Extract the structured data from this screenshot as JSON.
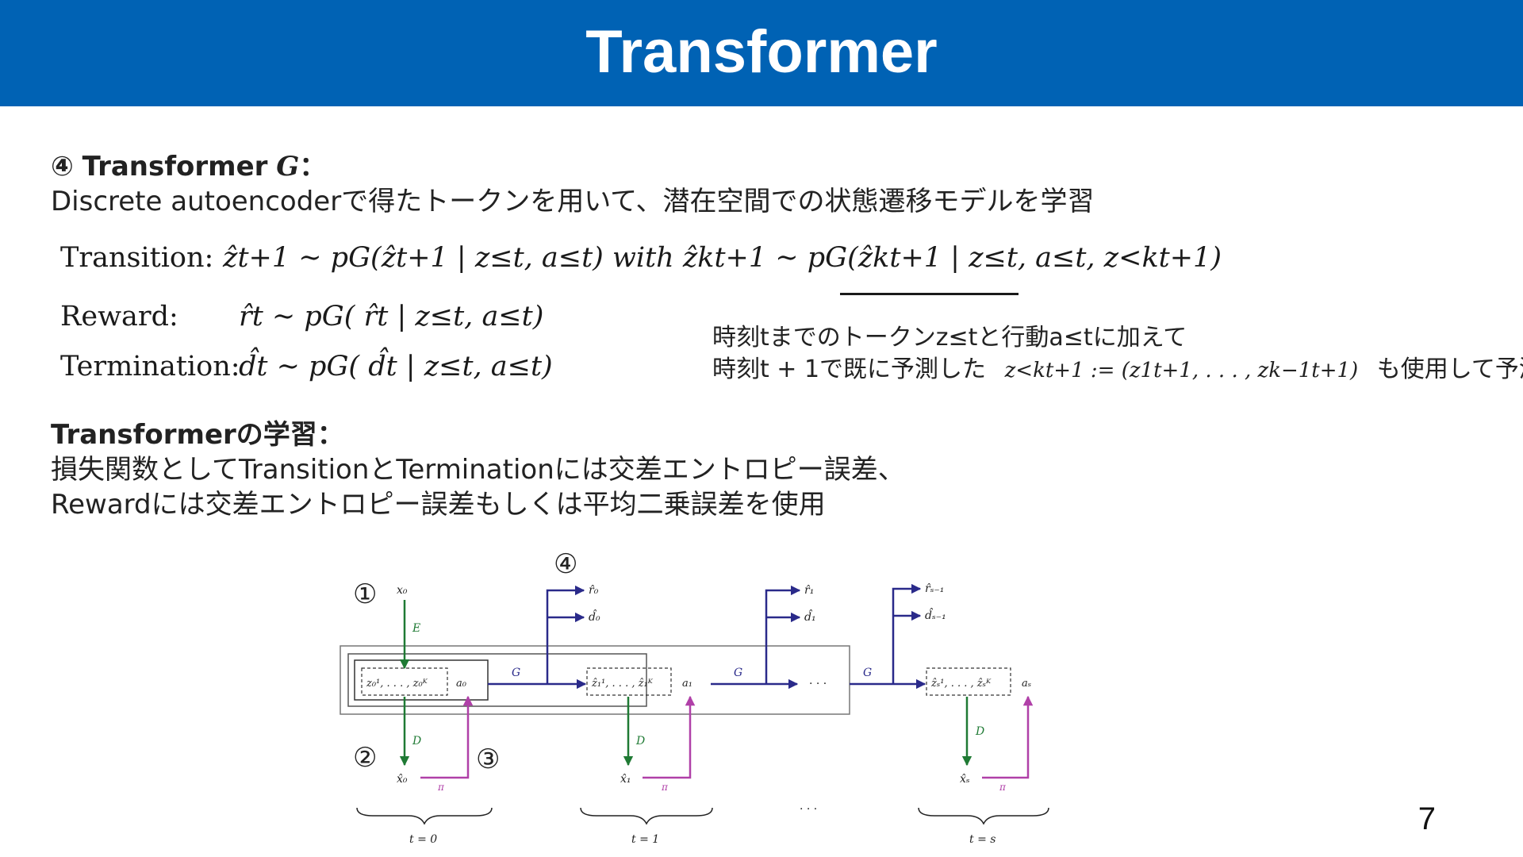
{
  "header": {
    "title": "Transformer"
  },
  "section1": {
    "heading_num": "④",
    "heading_text": "Transformer",
    "heading_symbol": "G",
    "heading_colon": "：",
    "description": "Discrete autoencoderで得たトークンを用いて、潜在空間での状態遷移モデルを学習"
  },
  "equations": {
    "transition_label": "Transition:",
    "transition_formula": "ẑt+1 ∼ pG(ẑt+1 | z≤t, a≤t) with ẑkt+1 ∼ pG(ẑkt+1 | z≤t, a≤t, z<kt+1)",
    "reward_label": "Reward:",
    "reward_formula": "r̂t ∼ pG( r̂t | z≤t, a≤t)",
    "termination_label": "Termination:",
    "termination_formula": "d̂t ∼ pG( d̂t | z≤t, a≤t)"
  },
  "note": {
    "line1": "時刻tまでのトークンz≤tと行動a≤tに加えて",
    "line2_prefix": "時刻t + 1で既に予測した",
    "line2_formula": "z<kt+1 := (z1t+1, . . . , zk−1t+1)",
    "line2_suffix": "も使用して予測"
  },
  "section2": {
    "heading": "Transformerの学習：",
    "line1": "損失関数としてTransitionとTerminationには交差エントロピー誤差、",
    "line2": "Rewardには交差エントロピー誤差もしくは平均二乗誤差を使用"
  },
  "diagram": {
    "markers": [
      "①",
      "②",
      "③",
      "④"
    ],
    "x0": "x₀",
    "E": "E",
    "G": "G",
    "D": "D",
    "pi": "π",
    "z0": "z₀¹, . . . , z₀ᴷ",
    "a0": "a₀",
    "z1": "ẑ₁¹, . . . , ẑ₁ᴷ",
    "a1": "a₁",
    "zs": "ẑₛ¹, . . . , ẑₛᴷ",
    "as": "aₛ",
    "xhat0": "x̂₀",
    "xhat1": "x̂₁",
    "xhats": "x̂ₛ",
    "r0": "r̂₀",
    "d0": "d̂₀",
    "r1": "r̂₁",
    "d1": "d̂₁",
    "rs": "r̂ₛ₋₁",
    "ds": "d̂ₛ₋₁",
    "dots": "· · ·",
    "t0": "t = 0",
    "t1": "t = 1",
    "ts": "t = s"
  },
  "page": {
    "number": "7"
  },
  "colors": {
    "header_bg": "#0062b4",
    "arrow_blue": "#2a2a8a",
    "arrow_green": "#1f7a34",
    "arrow_pink": "#b040a8"
  }
}
